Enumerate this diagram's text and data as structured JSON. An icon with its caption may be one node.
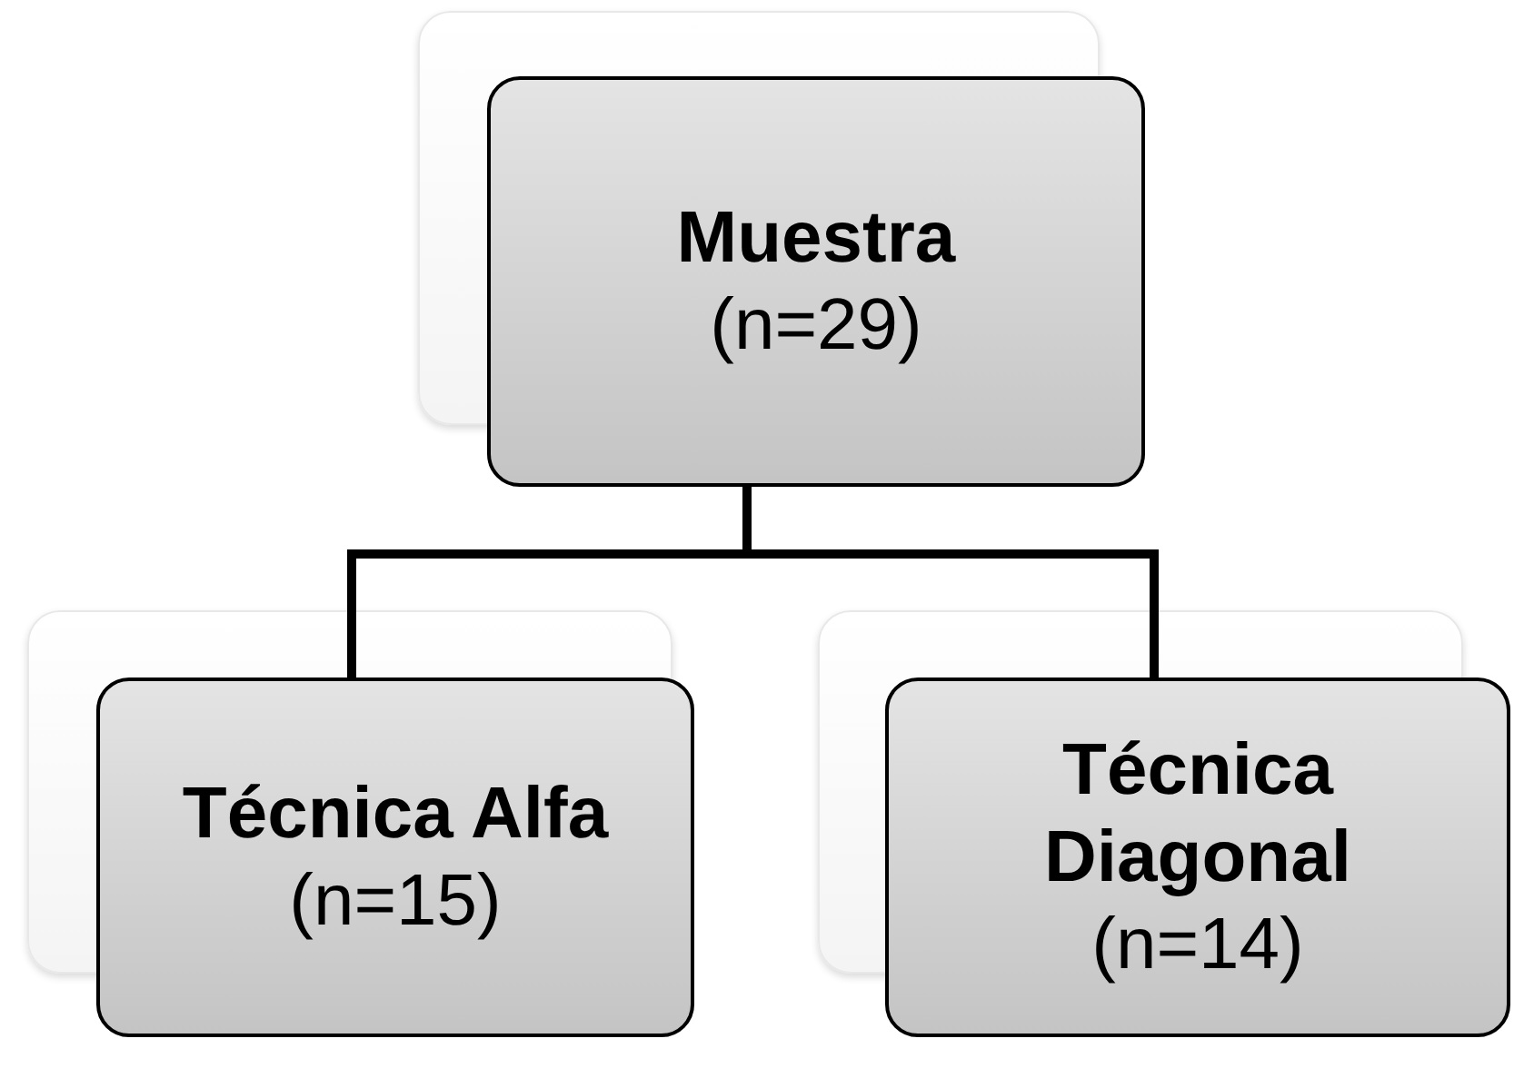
{
  "diagram": {
    "nodes": [
      {
        "text": [
          "Muestra",
          "(n=29)"
        ]
      },
      {
        "text": [
          "Técnica Alfa",
          "(n=15)"
        ]
      },
      {
        "text": [
          "Técnica Diagonal",
          "(n=14)"
        ]
      }
    ],
    "edges": [
      {
        "from": 0,
        "to": 1,
        "arrow": "none"
      },
      {
        "from": 0,
        "to": 2,
        "arrow": "none"
      }
    ]
  }
}
